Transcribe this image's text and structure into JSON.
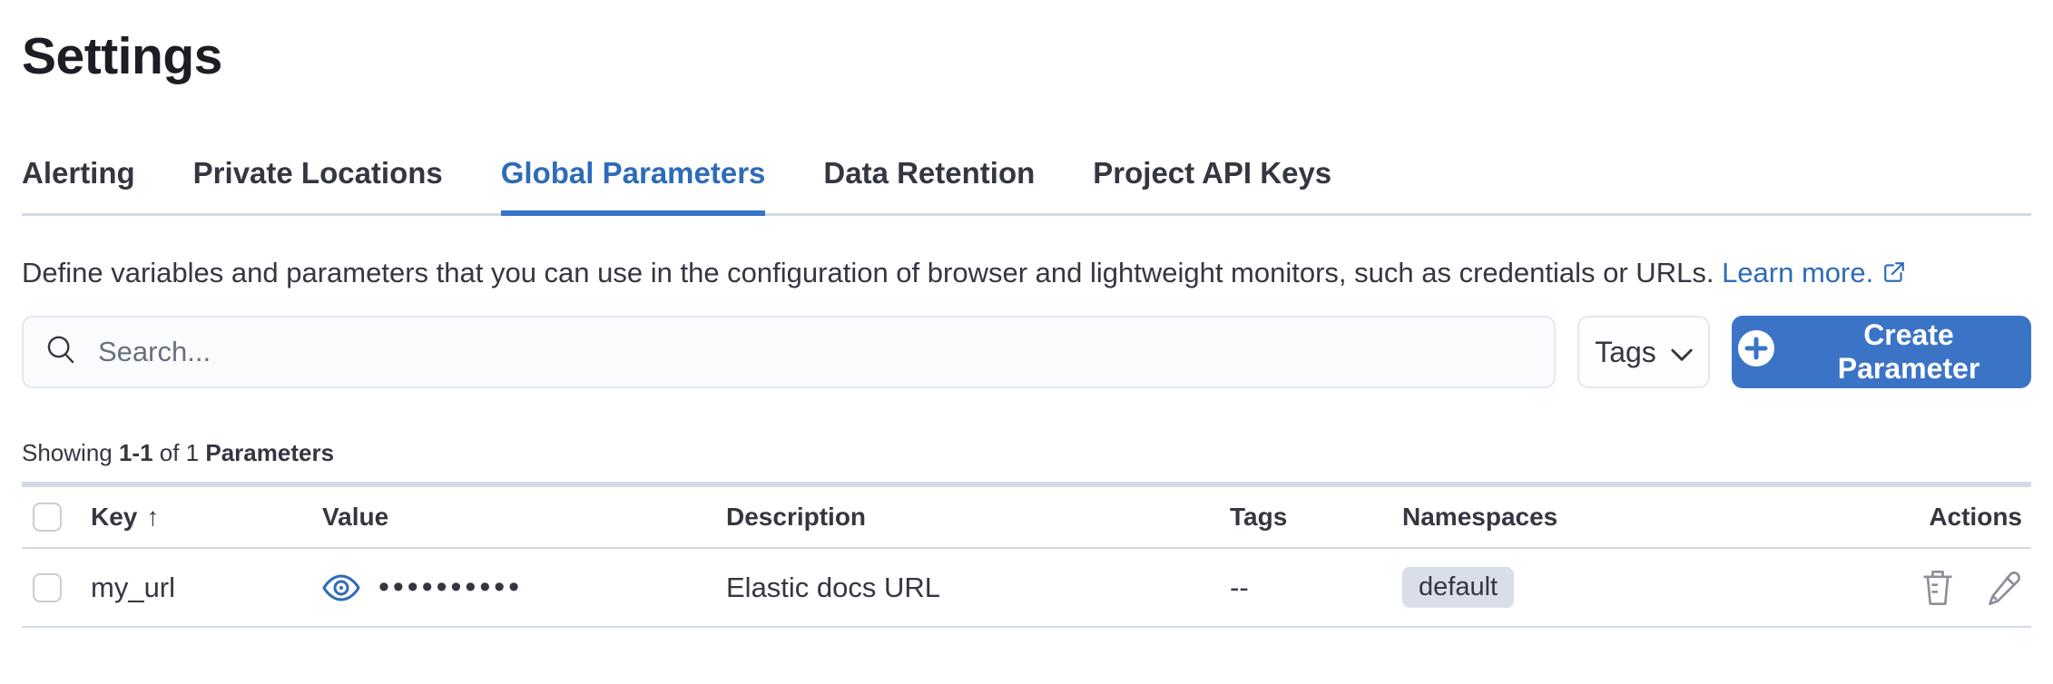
{
  "page": {
    "title": "Settings"
  },
  "tabs": [
    {
      "label": "Alerting"
    },
    {
      "label": "Private Locations"
    },
    {
      "label": "Global Parameters"
    },
    {
      "label": "Data Retention"
    },
    {
      "label": "Project API Keys"
    }
  ],
  "description": {
    "text": "Define variables and parameters that you can use in the configuration of browser and lightweight monitors, such as credentials or URLs.",
    "link_label": "Learn more."
  },
  "toolbar": {
    "search_placeholder": "Search...",
    "tags_label": "Tags",
    "create_label": "Create Parameter"
  },
  "summary": {
    "prefix": "Showing ",
    "range": "1-1",
    "middle": " of 1 ",
    "suffix": "Parameters"
  },
  "table": {
    "columns": {
      "key": "Key",
      "value": "Value",
      "description": "Description",
      "tags": "Tags",
      "namespaces": "Namespaces",
      "actions": "Actions"
    },
    "sort_indicator": "↑",
    "rows": [
      {
        "key": "my_url",
        "value_masked": "••••••••••",
        "description": "Elastic docs URL",
        "tags": "--",
        "namespace": "default"
      }
    ]
  },
  "icons": {
    "search": "search-icon",
    "chevron": "chevron-down-icon",
    "plus": "plus-in-circle-icon",
    "external": "external-link-icon",
    "eye": "eye-icon",
    "trash": "trash-icon",
    "pencil": "pencil-icon"
  },
  "colors": {
    "accent_blue": "#3b74c6",
    "tab_active_blue": "#2e6cb8",
    "text_dark": "#343741",
    "title_dark": "#1d1e24",
    "border_gray": "#d3dae6",
    "badge_bg": "#d9dee9",
    "icon_gray": "#8a8f98",
    "placeholder_gray": "#69707d"
  }
}
